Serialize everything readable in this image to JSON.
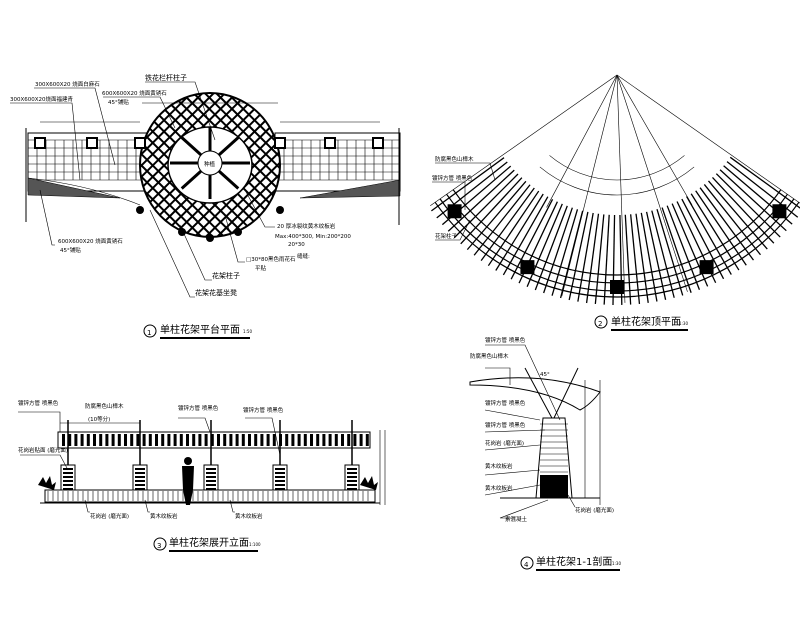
{
  "drawing1": {
    "title": "单柱花架平台平面",
    "scale": "1:50",
    "number": "1",
    "center_label": "种植",
    "labels": {
      "white_granite": "300X600X20 烧面白麻石",
      "fujian_green": "300X600X20烧面福建青",
      "yellow_rust_top": "600X600X20 烧面黄锈石",
      "yellow_rust_top_note": "45°铺贴",
      "iron_post": "铁花栏杆柱子",
      "yellow_rust_bottom": "600X600X20 烧面黄锈石",
      "yellow_rust_bottom_note": "45°铺贴",
      "slate": "20 厚冰裂纹黄木纹板岩",
      "slate_size": "Max:400*300, Min:200*200",
      "slate_joint": "20*30",
      "slate_joint_label": "缝缝:",
      "pebble": "□30*80黑色雨花石",
      "pebble_note": "平贴",
      "pillar": "花架柱子",
      "bench": "花架花基坐凳"
    }
  },
  "drawing2": {
    "title": "单柱花架顶平面",
    "scale": "1:30",
    "number": "2",
    "labels": {
      "timber": "防腐黑色山樟木",
      "tube": "镀锌方管 喷黑色",
      "pillar": "花架柱子"
    }
  },
  "drawing3": {
    "title": "单柱花架展开立面",
    "scale": "1:100",
    "number": "3",
    "labels": {
      "tube": "镀锌方管 喷黑色",
      "timber": "防腐黑色山樟木",
      "spacing": "(10等分)",
      "steel1": "镀锌方管 喷黑色",
      "steel2": "镀锌方管 喷黑色",
      "stone_left": "花岗岩贴面 (磨光面)",
      "base1": "花岗岩 (磨光面)",
      "base2": "黄木纹板岩",
      "base3": "黄木纹板岩"
    }
  },
  "drawing4": {
    "title": "单柱花架1-1剖面",
    "scale": "1:30",
    "number": "4",
    "labels": {
      "tube": "镀锌方管 喷黑色",
      "timber": "防腐黑色山樟木",
      "steel1": "镀锌方管 喷黑色",
      "steel2": "镀锌方管 喷黑色",
      "stone": "花岗岩 (磨光面)",
      "slate1": "黄木纹板岩",
      "slate2": "黄木纹板岩",
      "footing": "素混凝土",
      "base": "花岗岩 (磨光面)",
      "angle": "45°"
    }
  }
}
